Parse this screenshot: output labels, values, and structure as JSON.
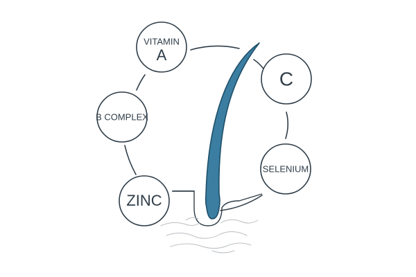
{
  "nutrients": {
    "vitamin_a": {
      "line1": "VITAMIN",
      "line2": "A"
    },
    "vitamin_c": {
      "label": "C"
    },
    "b_complex": {
      "label": "B COMPLEX"
    },
    "selenium": {
      "label": "SELENIUM"
    },
    "zinc": {
      "label": "ZINC"
    }
  },
  "colors": {
    "outline": "#2f3d48",
    "hair_fill": "#3b7ea1",
    "hair_stroke": "#1f4f69",
    "scalp_lines": "#b9bec2"
  },
  "icons": [
    "hair-strand-icon",
    "scalp-lines-icon"
  ]
}
